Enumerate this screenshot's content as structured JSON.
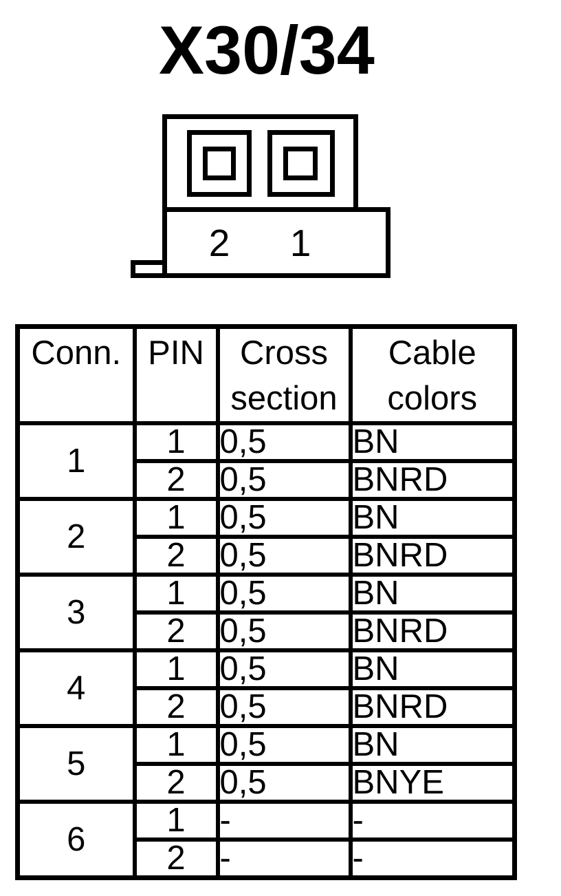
{
  "page": {
    "title": "X30/34"
  },
  "colors": {
    "ink": "#000000",
    "paper": "#ffffff"
  },
  "connector": {
    "pin_labels": [
      "2",
      "1"
    ]
  },
  "table": {
    "headers": [
      {
        "line1": "Conn.",
        "line2": ""
      },
      {
        "line1": "PIN",
        "line2": ""
      },
      {
        "line1": "Cross",
        "line2": "section"
      },
      {
        "line1": "Cable",
        "line2": "colors"
      }
    ],
    "groups": [
      {
        "conn": "1",
        "pins": [
          {
            "pin": "1",
            "cross": "0,5",
            "color": "BN"
          },
          {
            "pin": "2",
            "cross": "0,5",
            "color": "BNRD"
          }
        ]
      },
      {
        "conn": "2",
        "pins": [
          {
            "pin": "1",
            "cross": "0,5",
            "color": "BN"
          },
          {
            "pin": "2",
            "cross": "0,5",
            "color": "BNRD"
          }
        ]
      },
      {
        "conn": "3",
        "pins": [
          {
            "pin": "1",
            "cross": "0,5",
            "color": "BN"
          },
          {
            "pin": "2",
            "cross": "0,5",
            "color": "BNRD"
          }
        ]
      },
      {
        "conn": "4",
        "pins": [
          {
            "pin": "1",
            "cross": "0,5",
            "color": "BN"
          },
          {
            "pin": "2",
            "cross": "0,5",
            "color": "BNRD"
          }
        ]
      },
      {
        "conn": "5",
        "pins": [
          {
            "pin": "1",
            "cross": "0,5",
            "color": "BN"
          },
          {
            "pin": "2",
            "cross": "0,5",
            "color": "BNYE"
          }
        ]
      },
      {
        "conn": "6",
        "pins": [
          {
            "pin": "1",
            "cross": "-",
            "color": "-"
          },
          {
            "pin": "2",
            "cross": "-",
            "color": "-"
          }
        ]
      }
    ]
  }
}
